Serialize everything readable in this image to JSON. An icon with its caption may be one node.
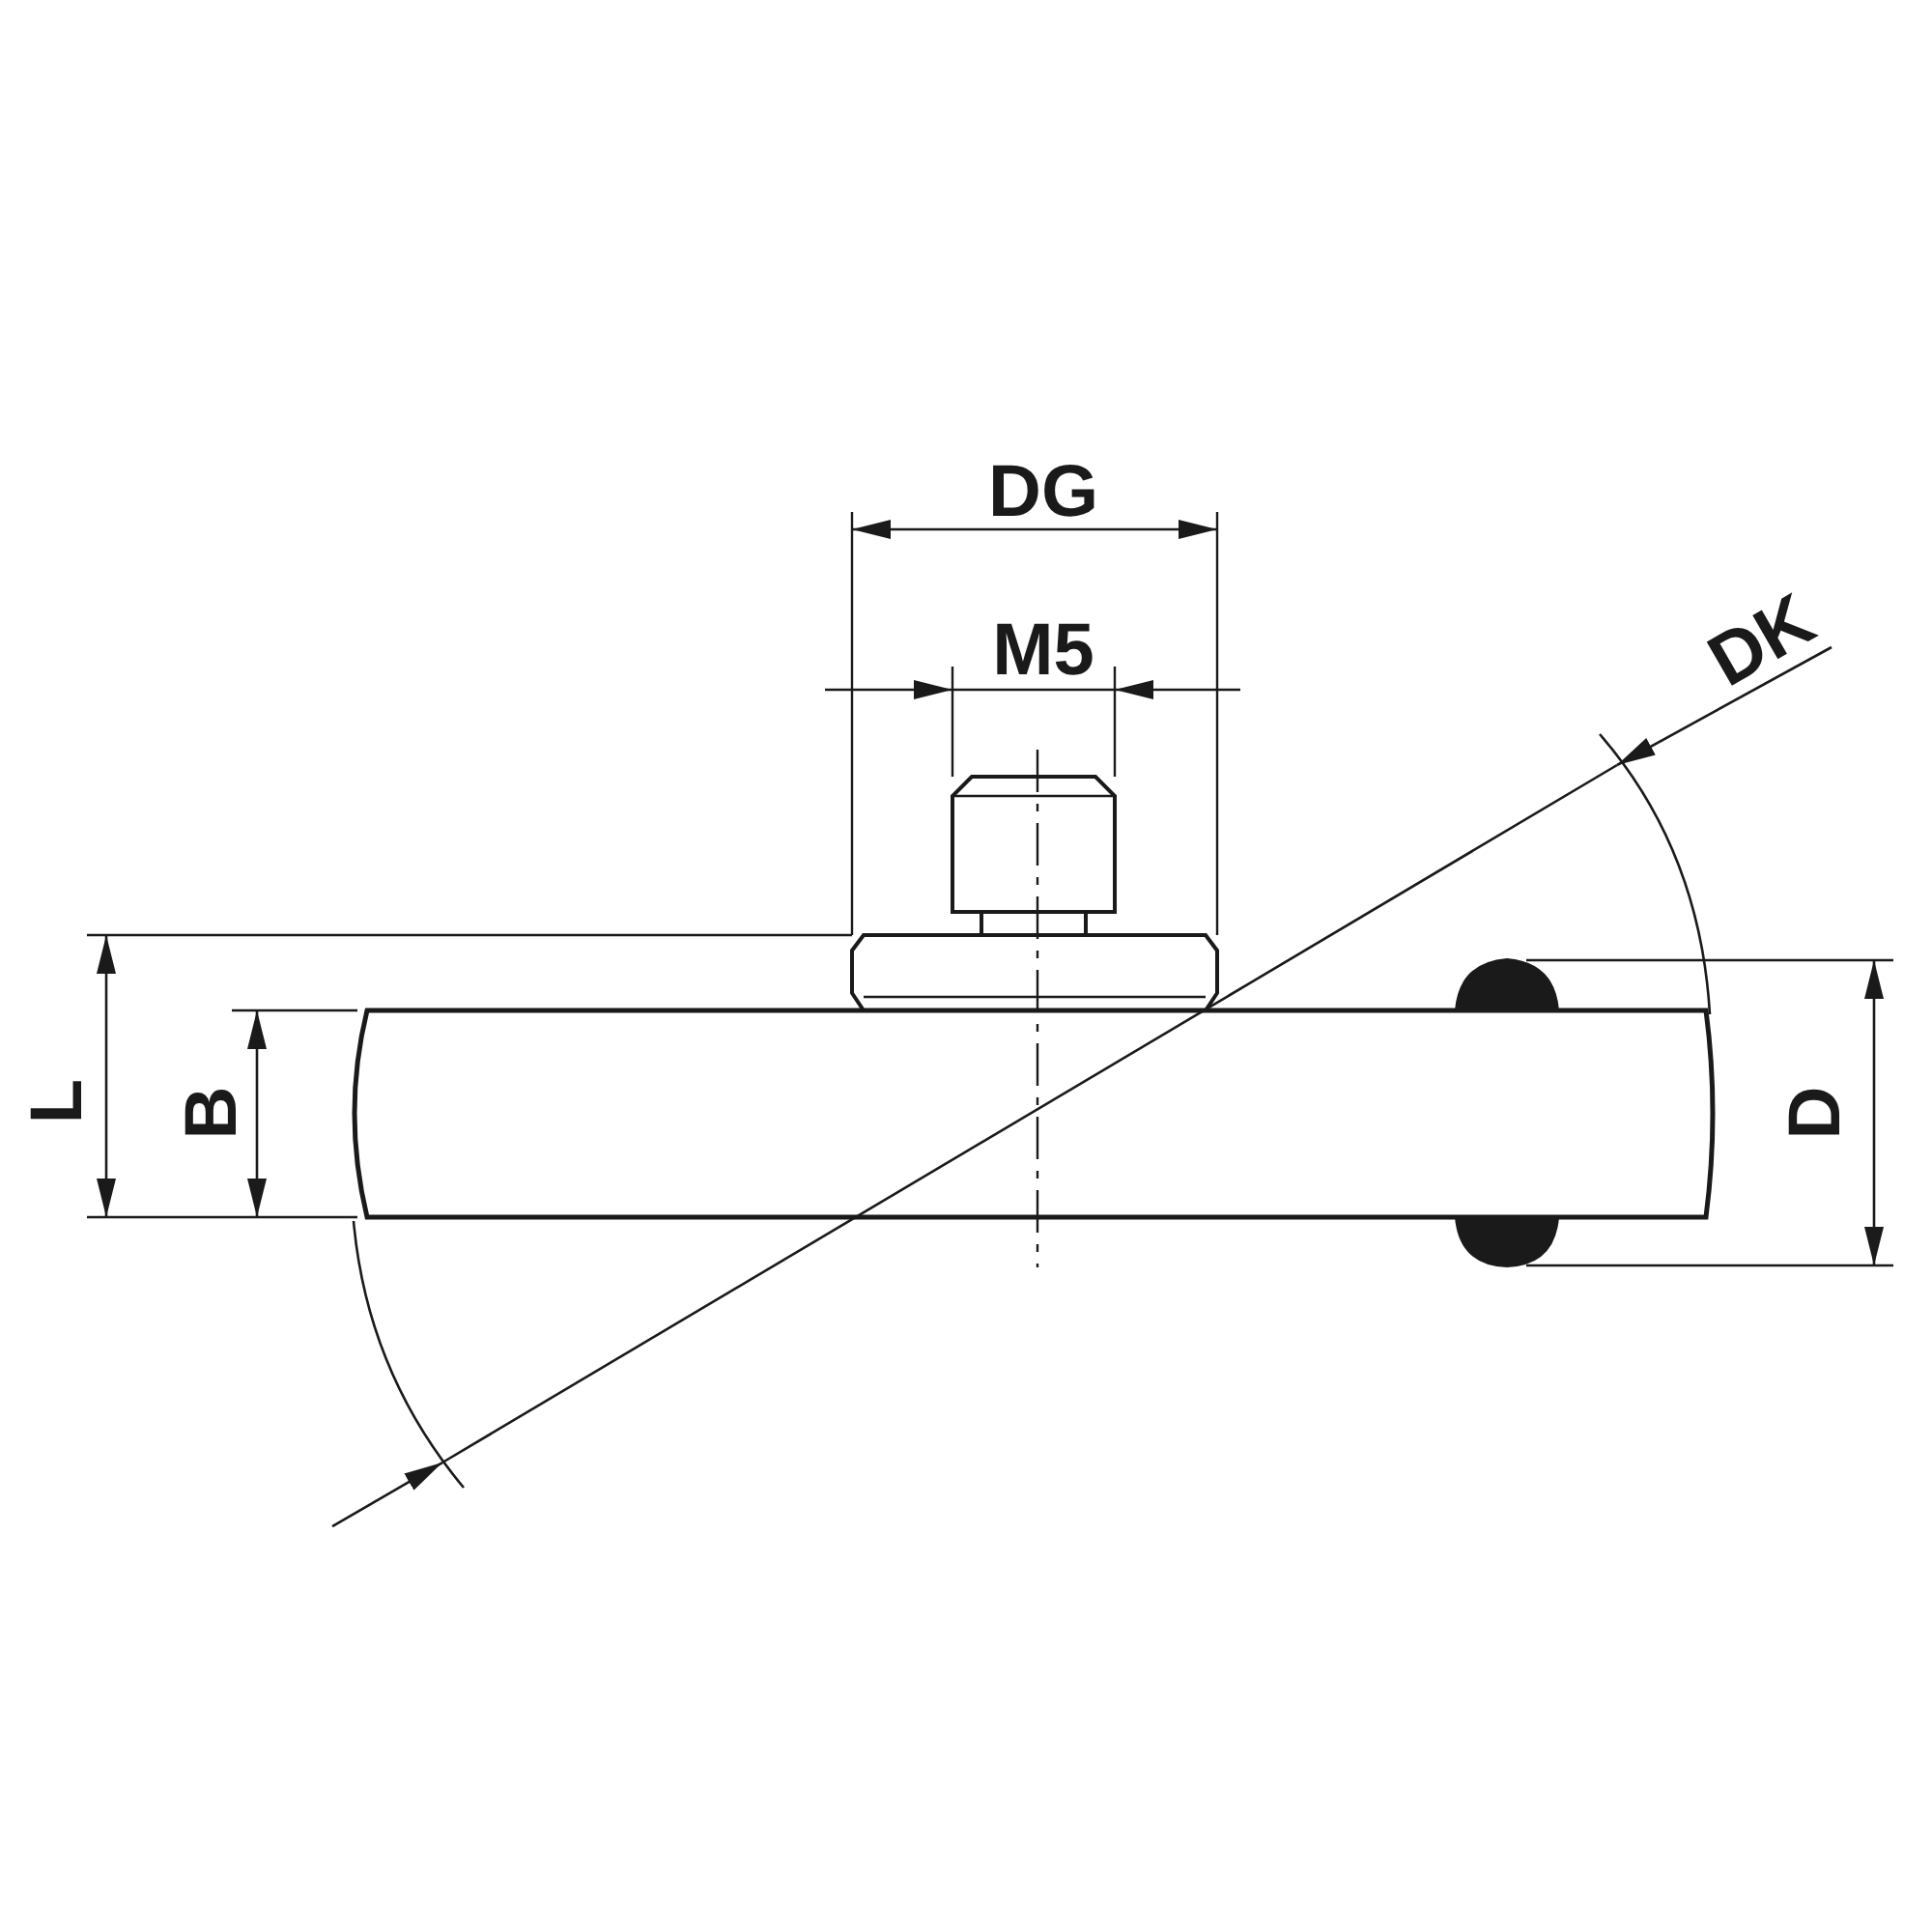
{
  "diagram": {
    "labels": [
      "DG",
      "M5",
      "DK",
      "L",
      "B",
      "D"
    ]
  }
}
